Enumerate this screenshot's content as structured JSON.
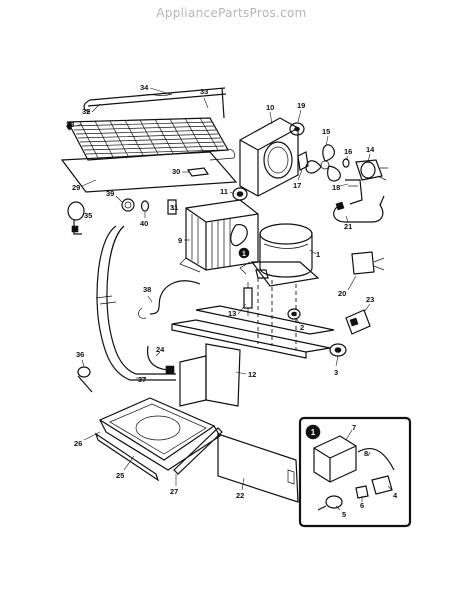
{
  "watermark": "AppliancePartsPros.com",
  "inset_badge": "1",
  "motor_badge": "1",
  "callouts": {
    "c34": "34",
    "c33": "33",
    "c32": "32",
    "c28": "28",
    "c10": "10",
    "c19": "19",
    "c15": "15",
    "c16": "16",
    "c14": "14",
    "c17": "17",
    "c18": "18",
    "c29": "29",
    "c30": "30",
    "c11": "11",
    "c39": "39",
    "c40": "40",
    "c31": "31",
    "c35": "35",
    "c9": "9",
    "c21": "21",
    "c1": "1",
    "c20": "20",
    "c38": "38",
    "c13": "13",
    "c2": "2",
    "c23": "23",
    "c36": "36",
    "c24": "24",
    "c12": "12",
    "c3": "3",
    "c37": "37",
    "c26": "26",
    "c25": "25",
    "c27": "27",
    "c22": "22",
    "c7": "7",
    "c8": "8",
    "c4": "4",
    "c5": "5",
    "c6": "6"
  }
}
